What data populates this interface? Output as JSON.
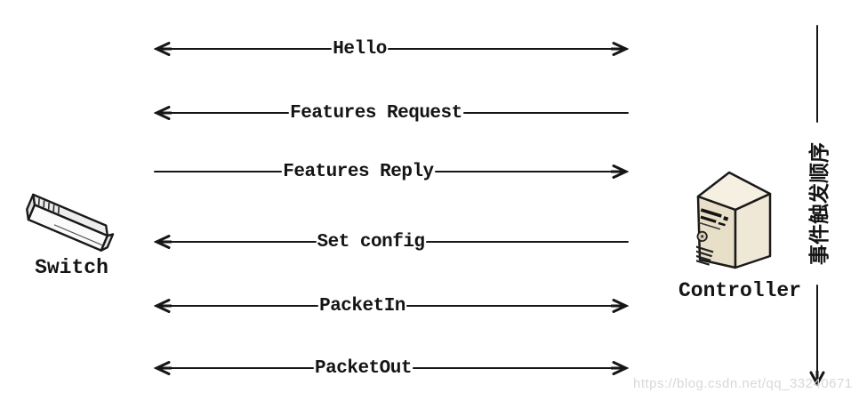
{
  "diagram": {
    "title_hint": "OpenFlow switch-controller message exchange",
    "switch": {
      "label": "Switch"
    },
    "controller": {
      "label": "Controller"
    },
    "messages": [
      {
        "label": "Hello",
        "direction": "both"
      },
      {
        "label": "Features Request",
        "direction": "to-switch"
      },
      {
        "label": "Features Reply",
        "direction": "to-controller"
      },
      {
        "label": "Set config",
        "direction": "to-switch"
      },
      {
        "label": "PacketIn",
        "direction": "both"
      },
      {
        "label": "PacketOut",
        "direction": "both"
      }
    ],
    "timeline": {
      "label": "事件触发顺序",
      "arrow": "down"
    },
    "watermark": "https://blog.csdn.net/qq_33240671",
    "colors": {
      "line": "#161616",
      "text": "#141414",
      "watermark": "#d8d8d8",
      "switch_front": "#fbfbfb",
      "switch_top": "#ececec",
      "switch_cap": "#e8e8e8",
      "tower_front": "#e8dfc8",
      "tower_side": "#efe8d6",
      "tower_top": "#f5f0e1"
    }
  }
}
